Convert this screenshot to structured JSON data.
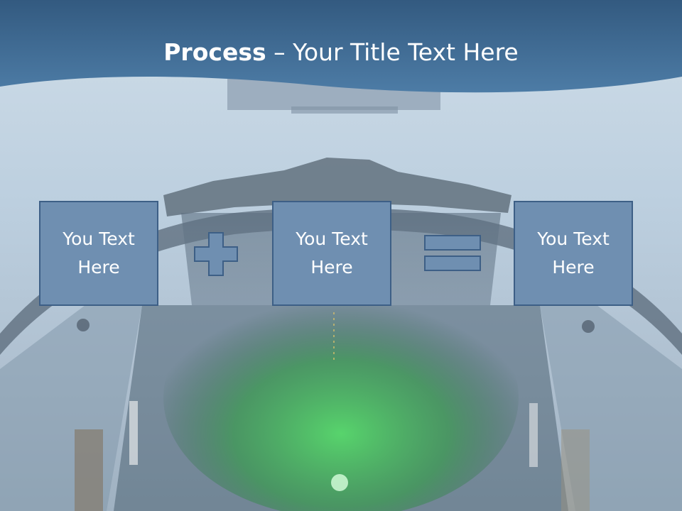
{
  "title": {
    "bold": "Process",
    "rest": " – Your Title Text Here"
  },
  "boxes": [
    {
      "text": "You Text Here"
    },
    {
      "text": "You Text Here"
    },
    {
      "text": "You Text Here"
    }
  ],
  "operators": [
    "plus-icon",
    "equals-icon"
  ],
  "colors": {
    "header": "#3f6e98",
    "box_fill": "#6f8fb1",
    "box_border": "#3d5f86",
    "text": "#ffffff"
  }
}
